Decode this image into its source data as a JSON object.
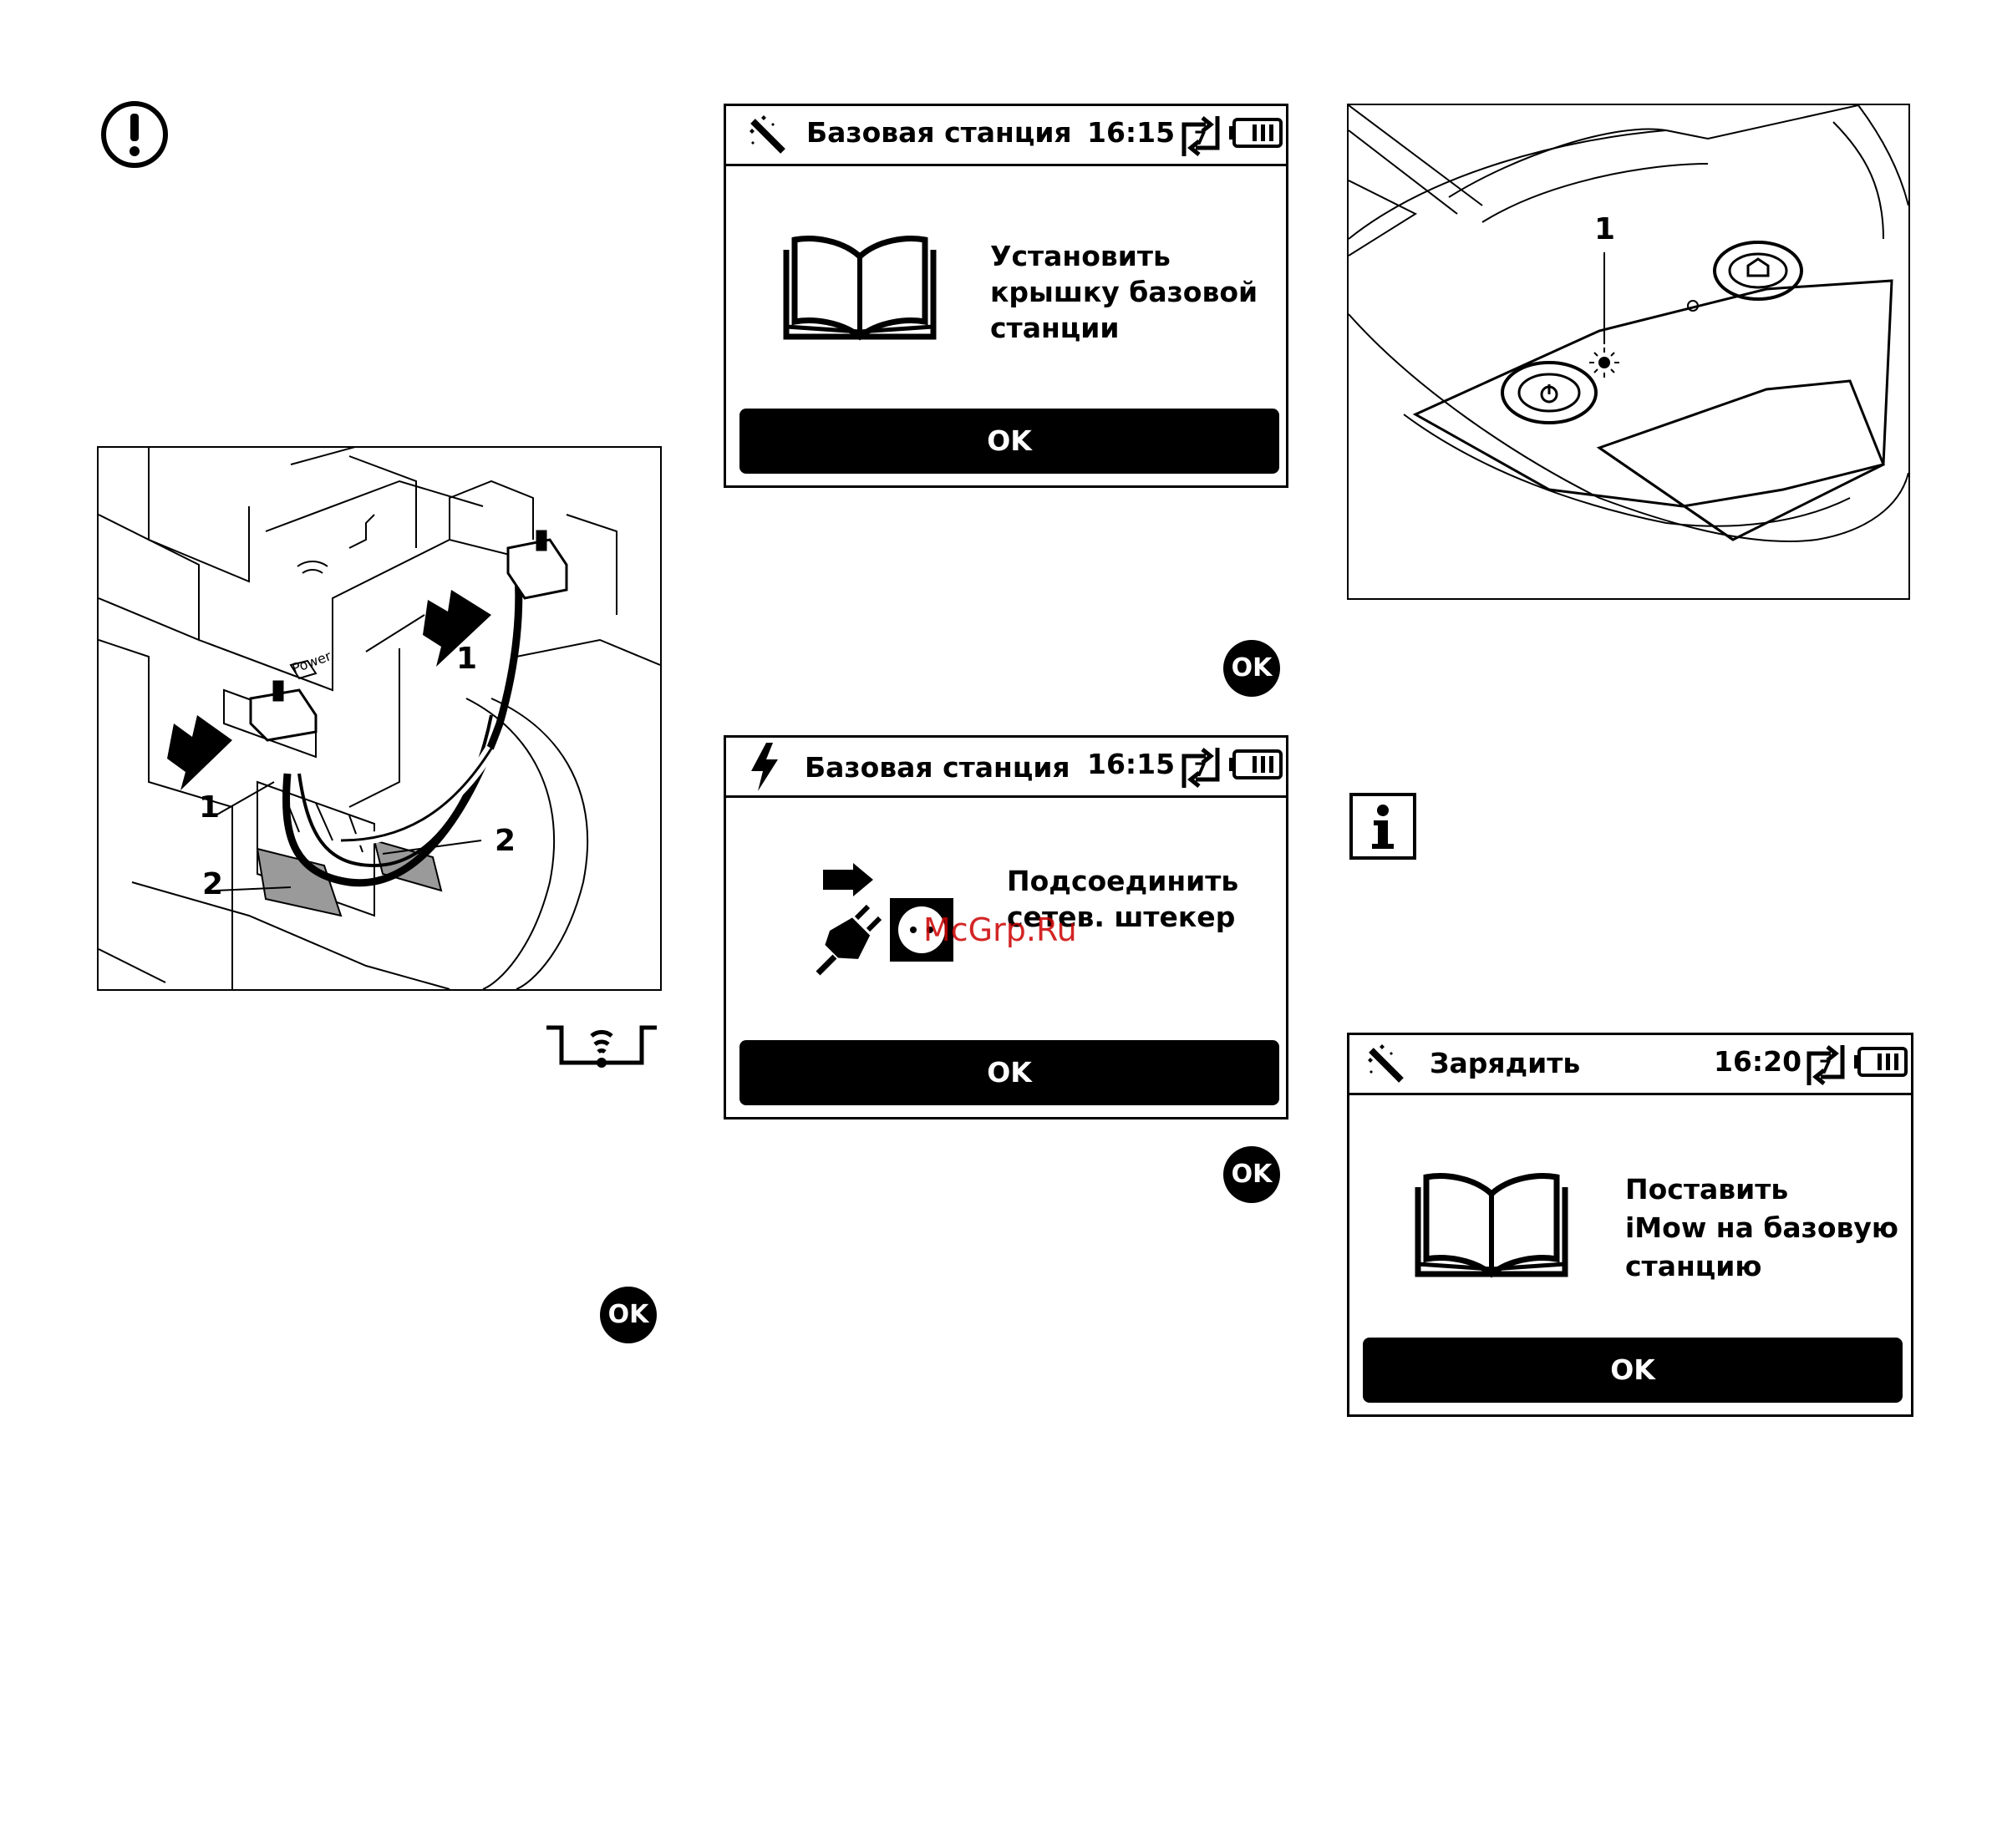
{
  "notice": {
    "icon": "exclamation-circle-icon"
  },
  "info": {
    "icon": "info-icon"
  },
  "figure_left": {
    "callouts": [
      "1",
      "1",
      "2",
      "2"
    ],
    "label_power": "Power"
  },
  "figure_right": {
    "callouts": [
      "1"
    ]
  },
  "screen1": {
    "icon": "magic-wand-icon",
    "title": "Базовая станция",
    "time": "16:15",
    "message": "Установить\nкрышку базовой\nстанции",
    "ok": "OK"
  },
  "screen2": {
    "icon": "lightning-icon",
    "title": "Базовая станция",
    "time": "16:15",
    "message": "Подсоединить\nсетев. штекер",
    "ok": "OK"
  },
  "screen3": {
    "icon": "magic-wand-icon",
    "title": "Зарядить",
    "time": "16:20",
    "message": "Поставить\niMow на базовую\nстанцию",
    "ok": "OK"
  },
  "ok_button_labels": [
    "OK",
    "OK",
    "OK"
  ],
  "watermark": "McGrp.Ru",
  "colors": {
    "ink": "#000000",
    "paper": "#ffffff",
    "watermark": "#cc0000",
    "shade": "#9a9a9a"
  }
}
